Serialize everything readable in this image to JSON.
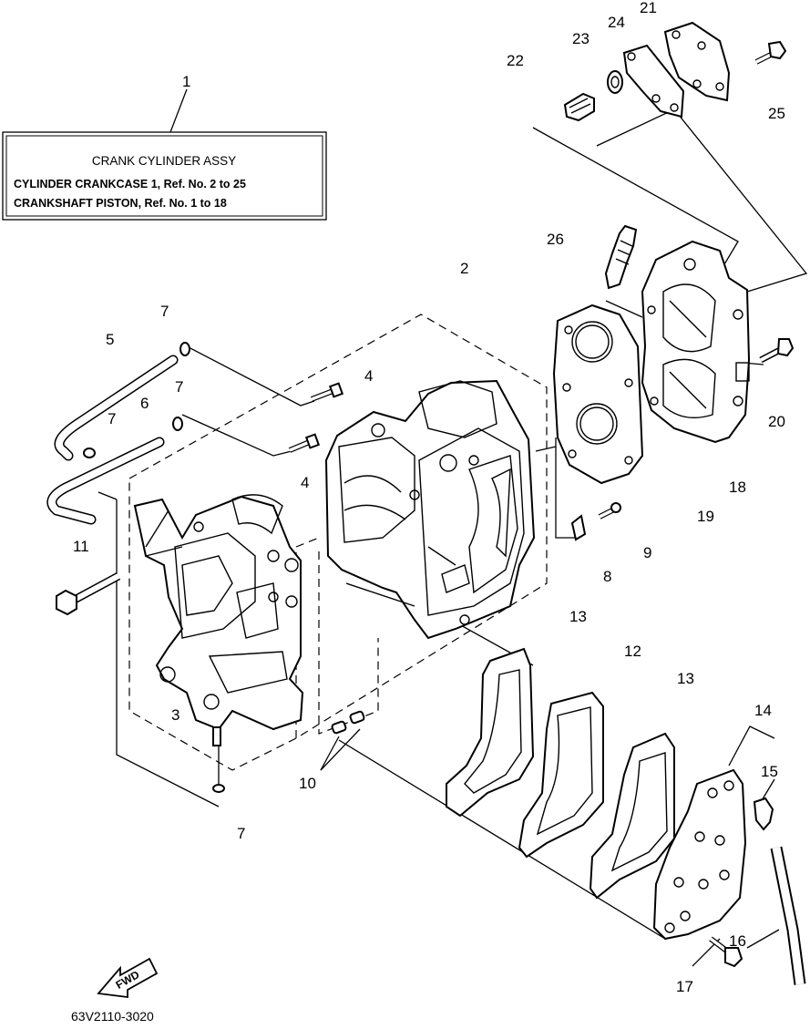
{
  "info_box": {
    "title": "CRANK  CYLINDER  ASSY",
    "line1": "CYLINDER CRANKCASE 1,  Ref. No. 2 to 25",
    "line2": "CRANKSHAFT PISTON,  Ref. No. 1 to 18"
  },
  "callouts": {
    "c1": "1",
    "c2": "2",
    "c3": "3",
    "c4a": "4",
    "c4b": "4",
    "c5": "5",
    "c6": "6",
    "c7a": "7",
    "c7b": "7",
    "c7c": "7",
    "c7d": "7",
    "c8": "8",
    "c9": "9",
    "c10": "10",
    "c11": "11",
    "c12": "12",
    "c13a": "13",
    "c13b": "13",
    "c14": "14",
    "c15": "15",
    "c16": "16",
    "c17": "17",
    "c18": "18",
    "c19": "19",
    "c20": "20",
    "c21": "21",
    "c22": "22",
    "c23": "23",
    "c24": "24",
    "c25": "25",
    "c26": "26"
  },
  "fwd_label": "FWD",
  "drawing_code": "63V2110-3020"
}
